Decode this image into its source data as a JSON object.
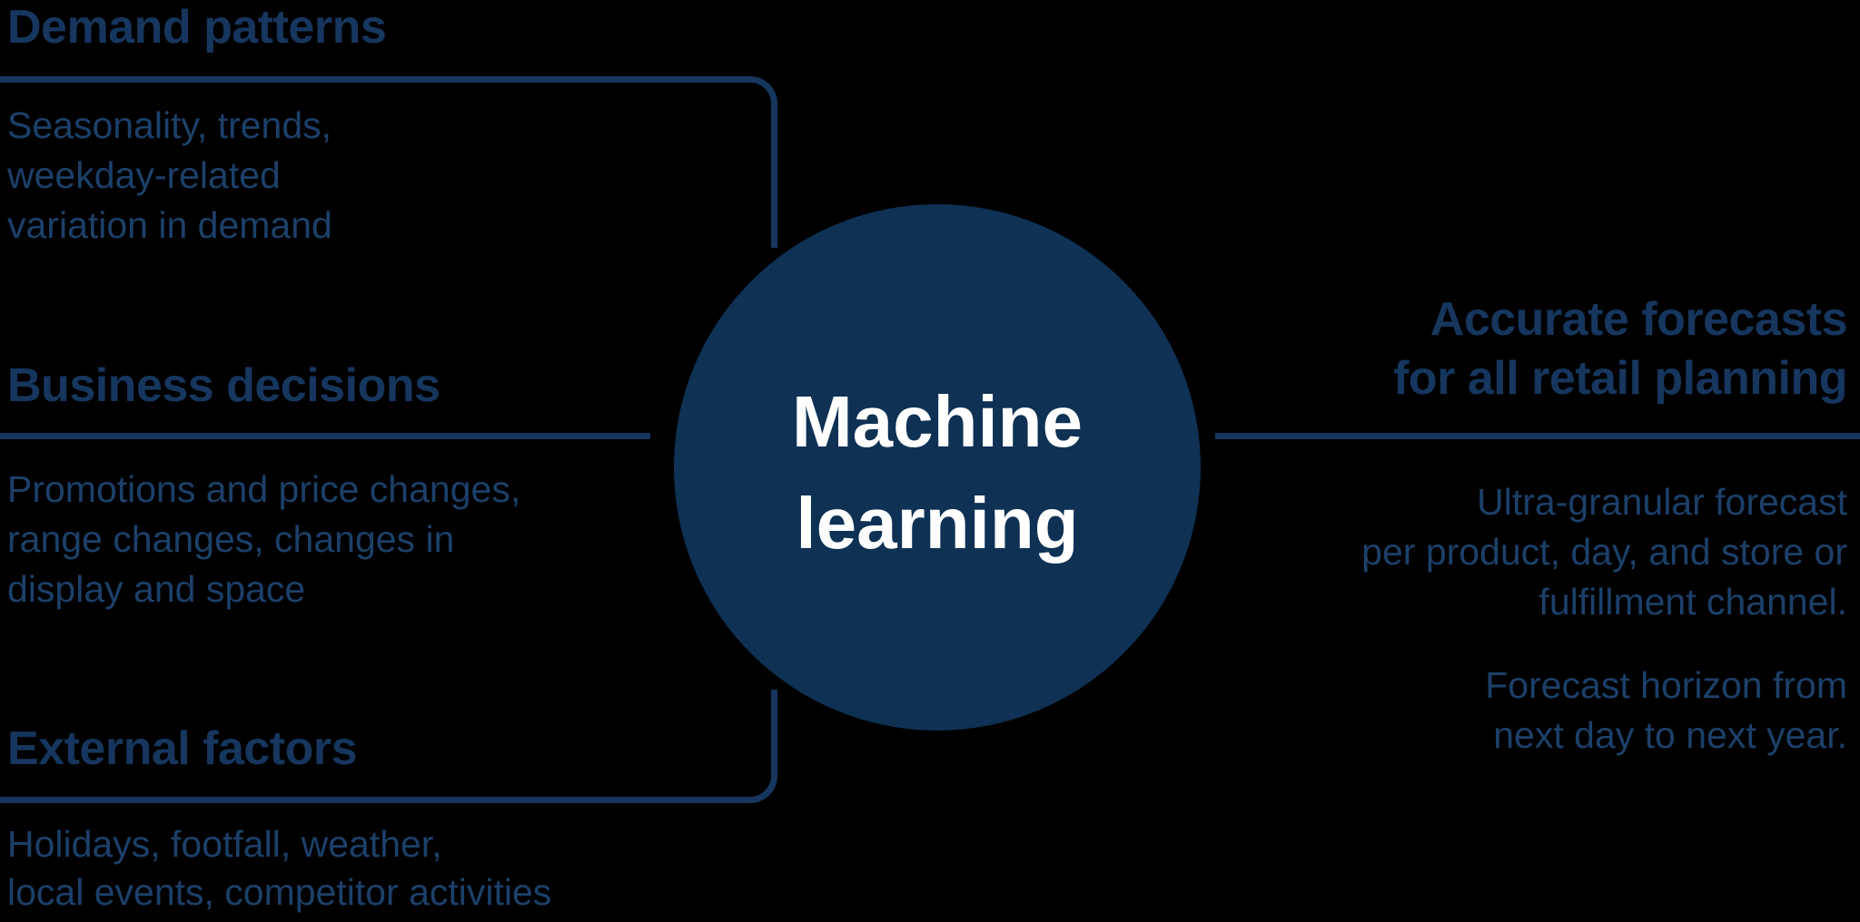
{
  "colors": {
    "background": "#000000",
    "circle_fill": "#0E3154",
    "heading_and_lines": "#16365E",
    "body_text": "#1C4069",
    "circle_text": "#FFFFFF"
  },
  "left_sections": [
    {
      "heading": "Demand patterns",
      "description": "Seasonality, trends,\nweekday-related\nvariation in demand"
    },
    {
      "heading": "Business decisions",
      "description": "Promotions and price changes,\nrange changes, changes in\ndisplay and space"
    },
    {
      "heading": "External factors",
      "description": "Holidays, footfall, weather,\nlocal events, competitor activities"
    }
  ],
  "center": {
    "label": "Machine\nlearning"
  },
  "right_section": {
    "heading": "Accurate forecasts\nfor all retail planning",
    "description_granularity": "Ultra-granular forecast\nper product, day, and store or\nfulfillment channel.",
    "description_horizon": "Forecast horizon from\nnext day to next year."
  }
}
